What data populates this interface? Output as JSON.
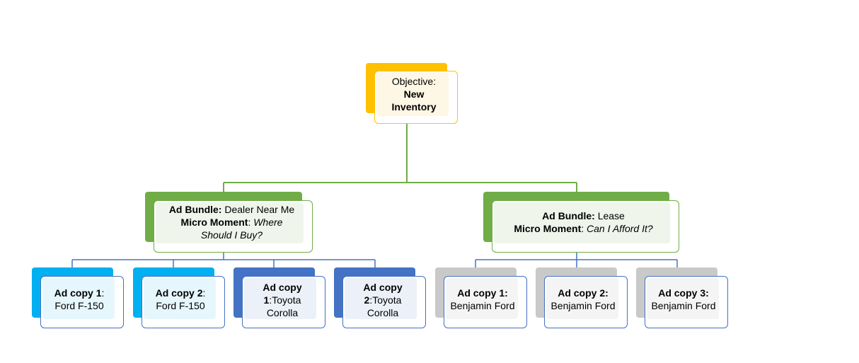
{
  "objective": {
    "label": "Objective:",
    "line1": "New",
    "line2": "Inventory"
  },
  "bundles": [
    {
      "bundle_label": "Ad Bundle:",
      "bundle_value": "Dealer Near Me",
      "moment_label": "Micro Moment",
      "moment_sep": ":",
      "moment_value_1": "Where",
      "moment_value_2": "Should I Buy?"
    },
    {
      "bundle_label": "Ad Bundle:",
      "bundle_value": "Lease",
      "moment_label": "Micro Moment",
      "moment_sep": ":",
      "moment_value": "Can I Afford It?"
    }
  ],
  "ads": [
    {
      "title": "Ad copy 1",
      "sep": ":",
      "value": "Ford F-150"
    },
    {
      "title": "Ad copy 2",
      "sep": ":",
      "value": "Ford F-150"
    },
    {
      "line1": "Ad copy",
      "line2_bold": "1",
      "line2_rest": ":Toyota",
      "line3": "Corolla"
    },
    {
      "line1": "Ad copy",
      "line2_bold": "2",
      "line2_rest": ":Toyota",
      "line3": "Corolla"
    },
    {
      "title": "Ad copy 1:",
      "value": "Benjamin Ford"
    },
    {
      "title": "Ad copy 2:",
      "value": "Benjamin Ford"
    },
    {
      "title": "Ad copy 3:",
      "value": "Benjamin Ford"
    }
  ],
  "colors": {
    "gold": "#FFC000",
    "green": "#70AD47",
    "cyan": "#00B0F0",
    "blue": "#4472C4",
    "gray": "#C9C9C9",
    "connector_blue": "#4472C4"
  }
}
